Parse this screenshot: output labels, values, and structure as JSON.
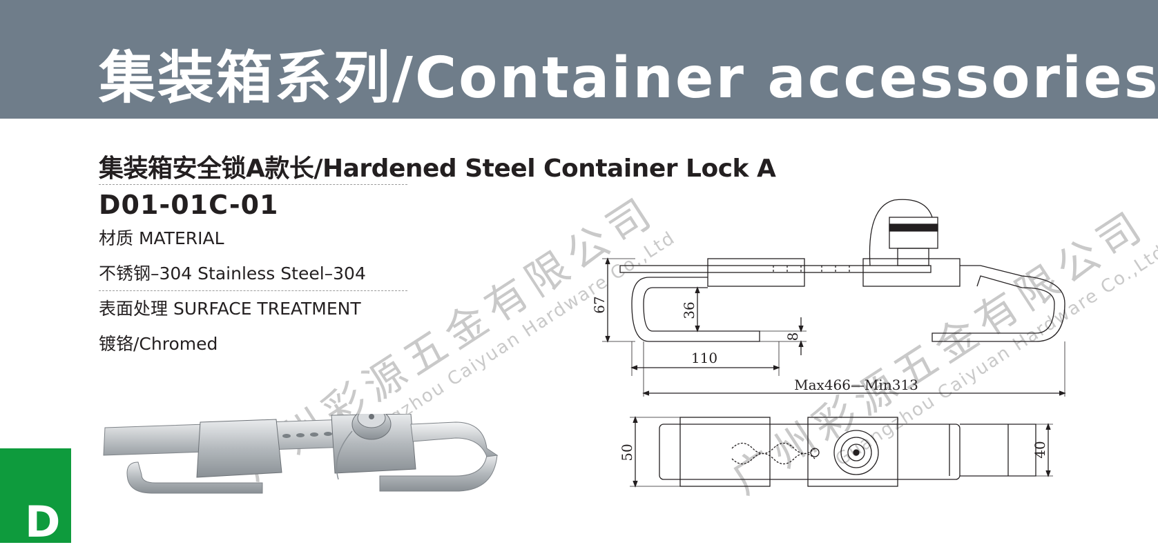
{
  "header": {
    "title": "集装箱系列/Container accessories"
  },
  "product": {
    "title": "集装箱安全锁A款长/Hardened Steel Container Lock A",
    "model": "D01-01C-01",
    "specs": [
      "材质  MATERIAL",
      "不锈钢–304  Stainless Steel–304",
      "表面处理  SURFACE TREATMENT",
      "镀铬/Chromed"
    ]
  },
  "section_tab": {
    "letter": "D",
    "color": "#0e9b3d"
  },
  "watermark": {
    "cn": "广州彩源五金有限公司",
    "en": "Guangzhou Caiyuan Hardware Co.,Ltd"
  },
  "drawing": {
    "dims": {
      "height_total": "67",
      "inner_height": "36",
      "gap": "8",
      "length_inner": "110",
      "range": "Max466—Min313",
      "width_top": "50",
      "width_bottom": "40"
    }
  },
  "colors": {
    "header_band": "#6f7d8a",
    "text": "#231f20"
  }
}
